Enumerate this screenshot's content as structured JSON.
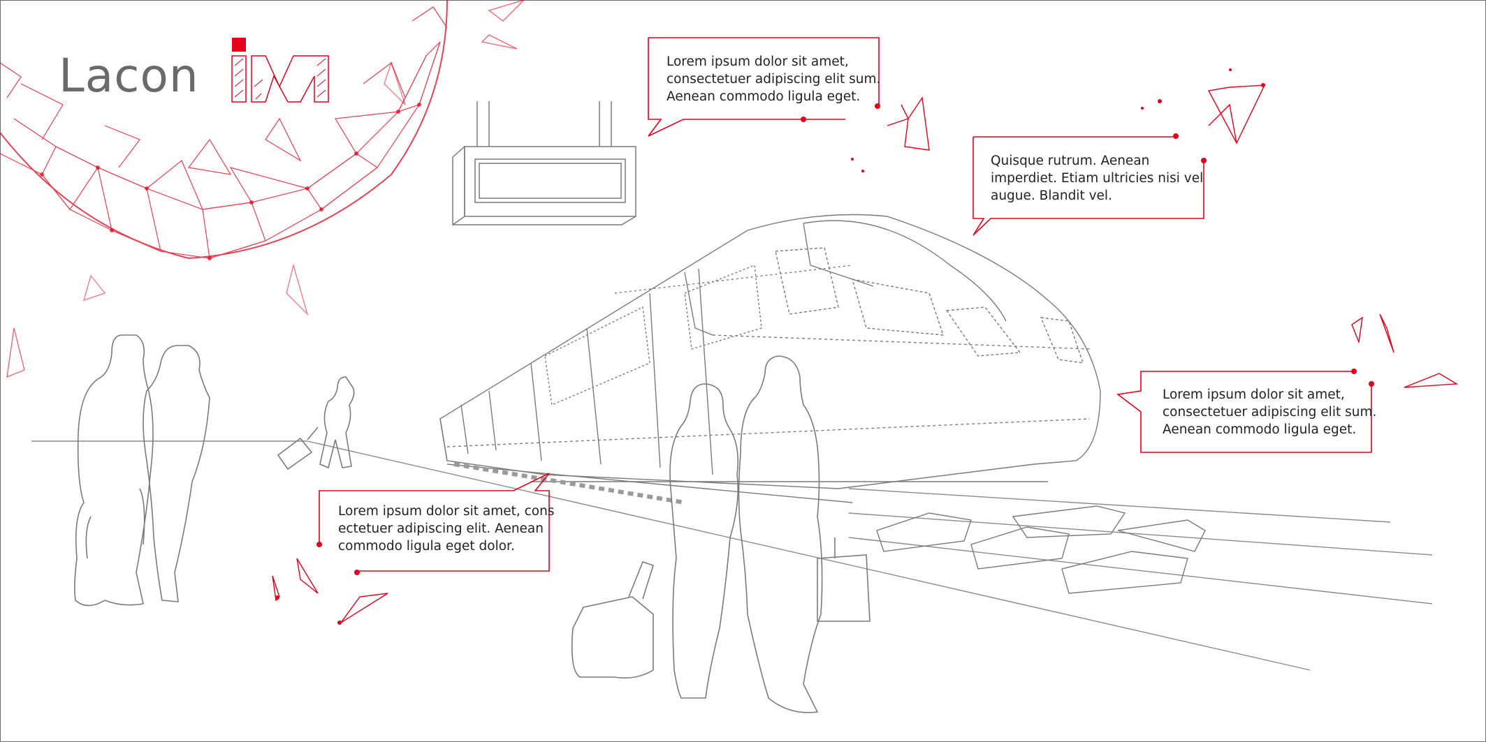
{
  "brand": {
    "lacon_logo_text": "Lacon",
    "lm_logo_text": "lm"
  },
  "callouts": [
    {
      "id": "top-center",
      "text": "Lorem ipsum dolor sit amet,\nconsectetuer adipiscing elit sum.\nAenean commodo ligula eget."
    },
    {
      "id": "top-right",
      "text": "Quisque rutrum. Aenean\nimperdiet. Etiam ultricies nisi vel\naugue. Blandit vel."
    },
    {
      "id": "mid-right",
      "text": "Lorem ipsum dolor sit amet,\nconsectetuer adipiscing elit sum.\nAenean commodo ligula eget."
    },
    {
      "id": "bottom-left",
      "text": "Lorem ipsum dolor sit amet, cons\nectetuer adipiscing elit. Aenean\ncommodo ligula eget dolor."
    }
  ],
  "colors": {
    "accent": "#e2001a",
    "line_art": "#8a8a8a",
    "logo_gray": "#6a6a6a"
  },
  "icons": {
    "lacon_logo": "lacon-logo-icon",
    "lm_logo": "lm-logo-icon",
    "network_globe": "network-mesh-icon",
    "train": "train-line-art-icon",
    "people": "people-silhouette-icon",
    "departure_board": "departure-board-icon"
  }
}
